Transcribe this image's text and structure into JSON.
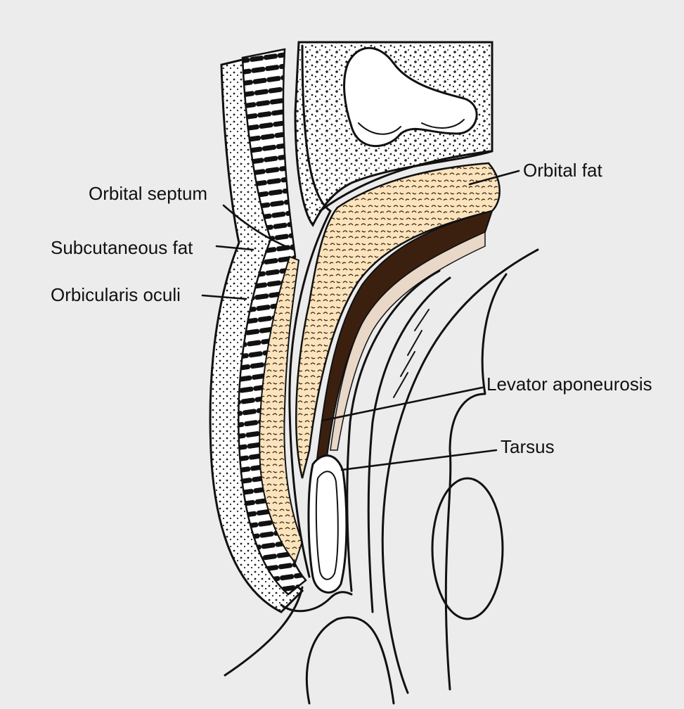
{
  "labels": {
    "orbital_fat": "Orbital fat",
    "orbital_septum": "Orbital septum",
    "subcutaneous_fat": "Subcutaneous fat",
    "orbicularis_oculi": "Orbicularis oculi",
    "levator_aponeurosis": "Levator aponeurosis",
    "tarsus": "Tarsus"
  },
  "colors": {
    "background": "#ececec",
    "fat_fill": "#fbe3bd",
    "line": "#111111",
    "bone_fill": "#ffffff"
  }
}
